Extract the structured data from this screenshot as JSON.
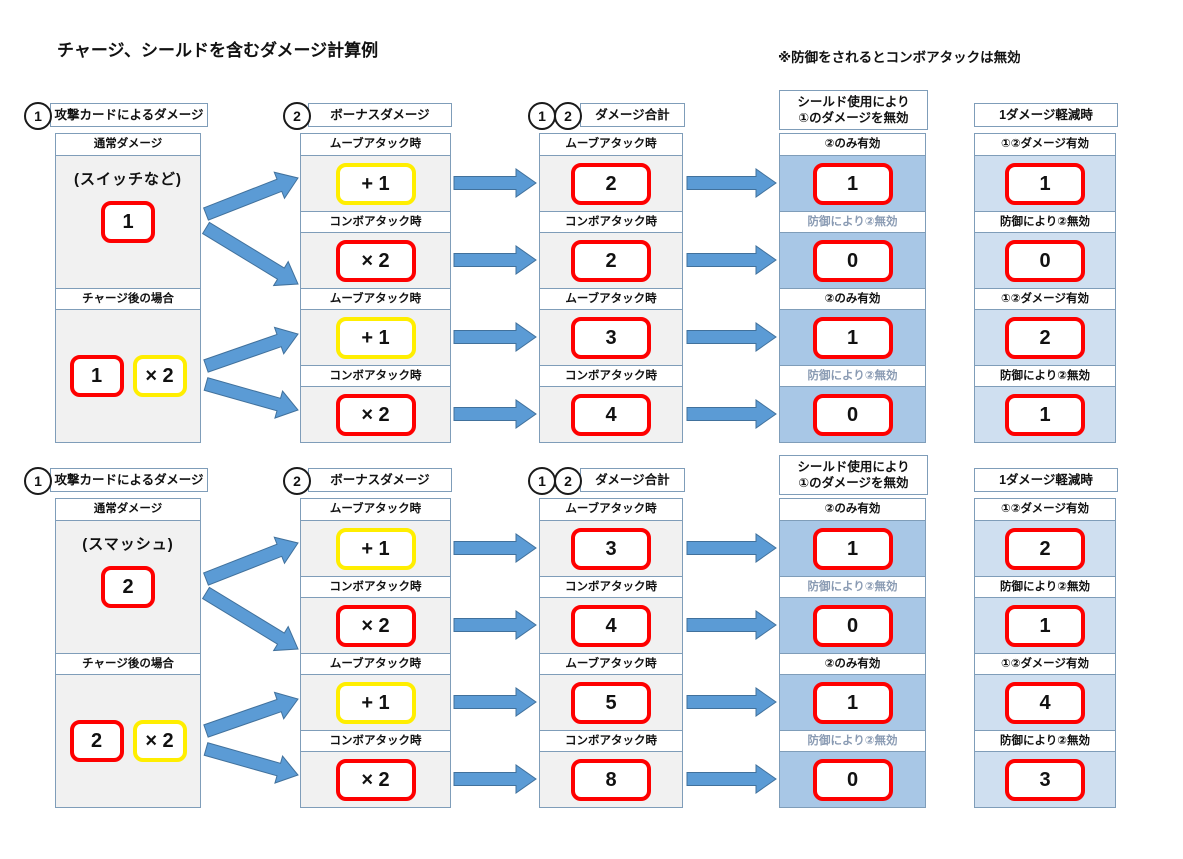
{
  "title": "チャージ、シールドを含むダメージ計算例",
  "note": "※防御をされるとコンボアタックは無効",
  "headers": {
    "attack": {
      "badge1": "1",
      "label": "攻撃カードによるダメージ"
    },
    "bonus": {
      "badge1": "2",
      "label": "ボーナスダメージ"
    },
    "total": {
      "badge1": "1",
      "badge2": "2",
      "label": "ダメージ合計"
    },
    "shield": {
      "line1": "シールド使用により",
      "line2": "①のダメージを無効"
    },
    "reduce": {
      "label": "1ダメージ軽減時"
    }
  },
  "labels": {
    "normal_damage": "通常ダメージ",
    "after_charge": "チャージ後の場合",
    "move_attack": "ムーブアタック時",
    "combo_attack": "コンボアタック時",
    "only_bonus": "②のみ有効",
    "guard_no_bonus": "防御により②無効",
    "both_valid": "①②ダメージ有効"
  },
  "flow1": {
    "attack_name": "(スイッチなど)",
    "base": "1",
    "charge_base": "1",
    "charge_mult": "× 2",
    "bonus_move": "+ 1",
    "bonus_combo": "× 2",
    "totals": [
      "2",
      "2",
      "3",
      "4"
    ],
    "shield": [
      "1",
      "0",
      "1",
      "0"
    ],
    "reduce": [
      "1",
      "0",
      "2",
      "1"
    ]
  },
  "flow2": {
    "attack_name": "(スマッシュ)",
    "base": "2",
    "charge_base": "2",
    "charge_mult": "× 2",
    "bonus_move": "+ 1",
    "bonus_combo": "× 2",
    "totals": [
      "3",
      "4",
      "5",
      "8"
    ],
    "shield": [
      "1",
      "0",
      "1",
      "0"
    ],
    "reduce": [
      "2",
      "1",
      "4",
      "3"
    ]
  },
  "colors": {
    "arrow_fill": "#5b9bd5",
    "arrow_stroke": "#41719c",
    "box_border": "#7f9db9",
    "red_frame": "#fe0000",
    "yellow_frame": "#ffee00",
    "shield_bg": "#a8c7e6",
    "reduce_bg": "#cfdff0",
    "panel_bg": "#f1f1f1"
  }
}
